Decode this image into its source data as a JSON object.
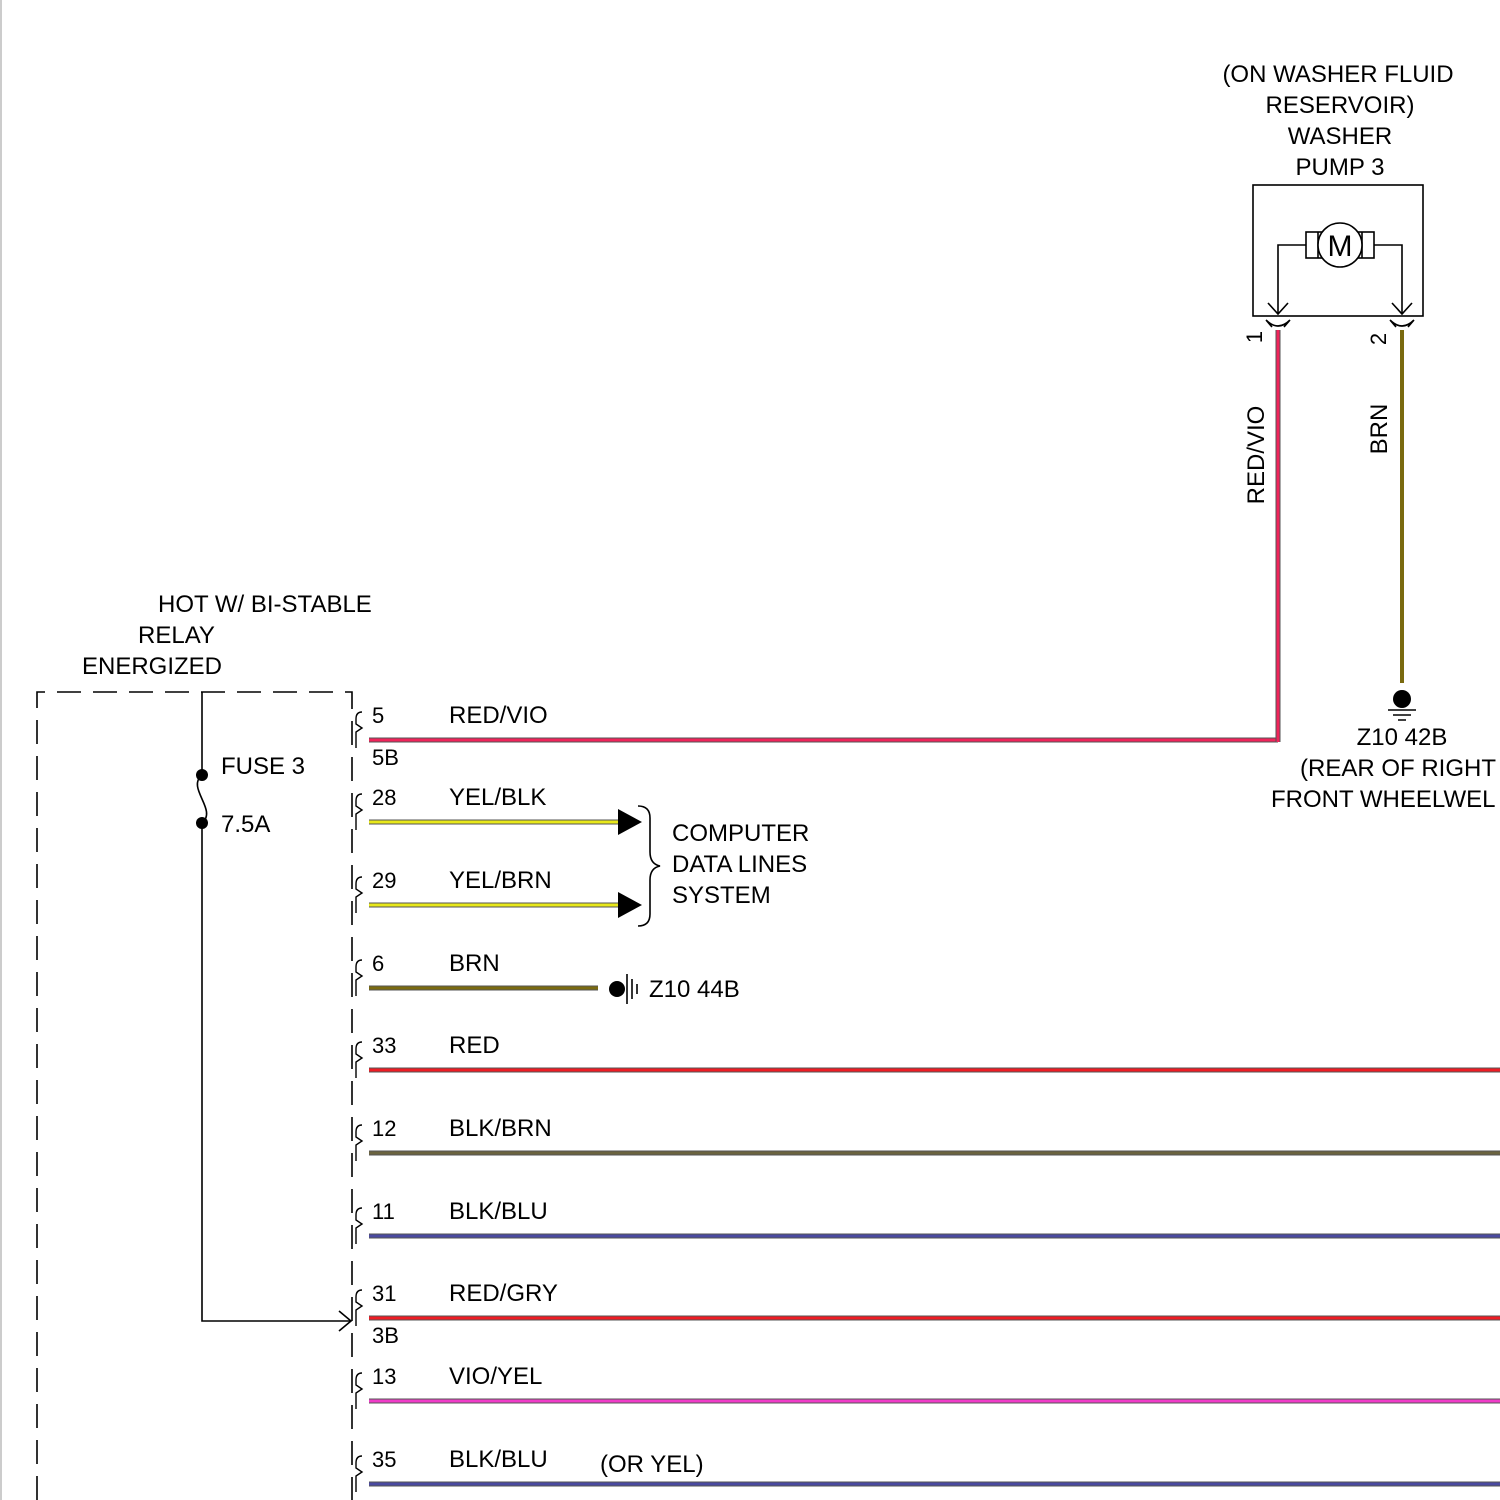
{
  "washer_pump": {
    "location": [
      "(ON WASHER FLUID",
      "RESERVOIR)"
    ],
    "name": [
      "WASHER",
      "PUMP 3"
    ],
    "motor_symbol": "M",
    "pins": [
      {
        "pin": "1",
        "wire": "RED/VIO",
        "color": "#f0245a"
      },
      {
        "pin": "2",
        "wire": "BRN",
        "color": "#7a6a10"
      }
    ]
  },
  "ground_z10_42b": {
    "label": "Z10 42B",
    "location": [
      "(REAR OF RIGHT",
      "FRONT WHEELWEL"
    ]
  },
  "module": {
    "feed": [
      "HOT W/ BI-STABLE",
      "RELAY",
      "ENERGIZED"
    ],
    "fuse": {
      "name": "FUSE 3",
      "rating": "7.5A"
    }
  },
  "computer_data_lines": [
    "COMPUTER",
    "DATA LINES",
    "SYSTEM"
  ],
  "ground_z10_44b": {
    "label": "Z10 44B"
  },
  "or_note": "(OR YEL)",
  "circuits": [
    {
      "pin": "5",
      "sub": "5B",
      "wire": "RED/VIO",
      "color": "#f0245a"
    },
    {
      "pin": "28",
      "sub": "",
      "wire": "YEL/BLK",
      "color": "#e8e81a"
    },
    {
      "pin": "29",
      "sub": "",
      "wire": "YEL/BRN",
      "color": "#e8e81a"
    },
    {
      "pin": "6",
      "sub": "",
      "wire": "BRN",
      "color": "#7a6a10"
    },
    {
      "pin": "33",
      "sub": "",
      "wire": "RED",
      "color": "#ee1c24"
    },
    {
      "pin": "12",
      "sub": "",
      "wire": "BLK/BRN",
      "color": "#6b6440"
    },
    {
      "pin": "11",
      "sub": "",
      "wire": "BLK/BLU",
      "color": "#4a4aa0"
    },
    {
      "pin": "31",
      "sub": "3B",
      "wire": "RED/GRY",
      "color": "#ee1c24"
    },
    {
      "pin": "13",
      "sub": "",
      "wire": "VIO/YEL",
      "color": "#f03cc8"
    },
    {
      "pin": "35",
      "sub": "",
      "wire": "BLK/BLU",
      "color": "#4a4aa0"
    }
  ]
}
